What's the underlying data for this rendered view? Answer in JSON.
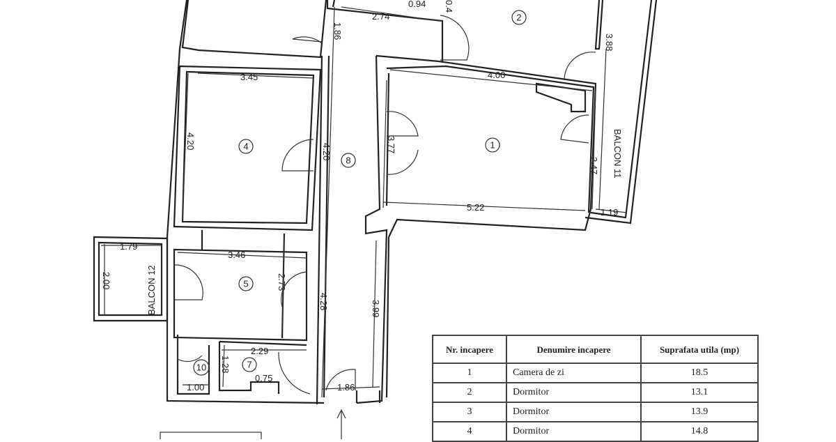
{
  "plan": {
    "rooms": [
      {
        "id": "1",
        "label": "1"
      },
      {
        "id": "2",
        "label": "2"
      },
      {
        "id": "4",
        "label": "4"
      },
      {
        "id": "5",
        "label": "5"
      },
      {
        "id": "7",
        "label": "7"
      },
      {
        "id": "8",
        "label": "8"
      },
      {
        "id": "10",
        "label": "10"
      }
    ],
    "dimensions": [
      "2.74",
      "1.86",
      "0.94",
      "0.4",
      "3.88",
      "3.45",
      "4.20",
      "4.20",
      "3.77",
      "4.00",
      "2.47",
      "5.22",
      "1.19",
      "1.79",
      "2.00",
      "3.46",
      "2.73",
      "4.28",
      "3.99",
      "2.29",
      "1.28",
      "0.75",
      "1.00",
      "1.86"
    ],
    "balcony_11": "BALCON 11",
    "balcony_12": "BALCON 12"
  },
  "table": {
    "headers": [
      "Nr. incapere",
      "Denumire incapere",
      "Suprafata utila (mp)"
    ],
    "rows": [
      [
        "1",
        "Camera de zi",
        "18.5"
      ],
      [
        "2",
        "Dormitor",
        "13.1"
      ],
      [
        "3",
        "Dormitor",
        "13.9"
      ],
      [
        "4",
        "Dormitor",
        "14.8"
      ]
    ]
  }
}
